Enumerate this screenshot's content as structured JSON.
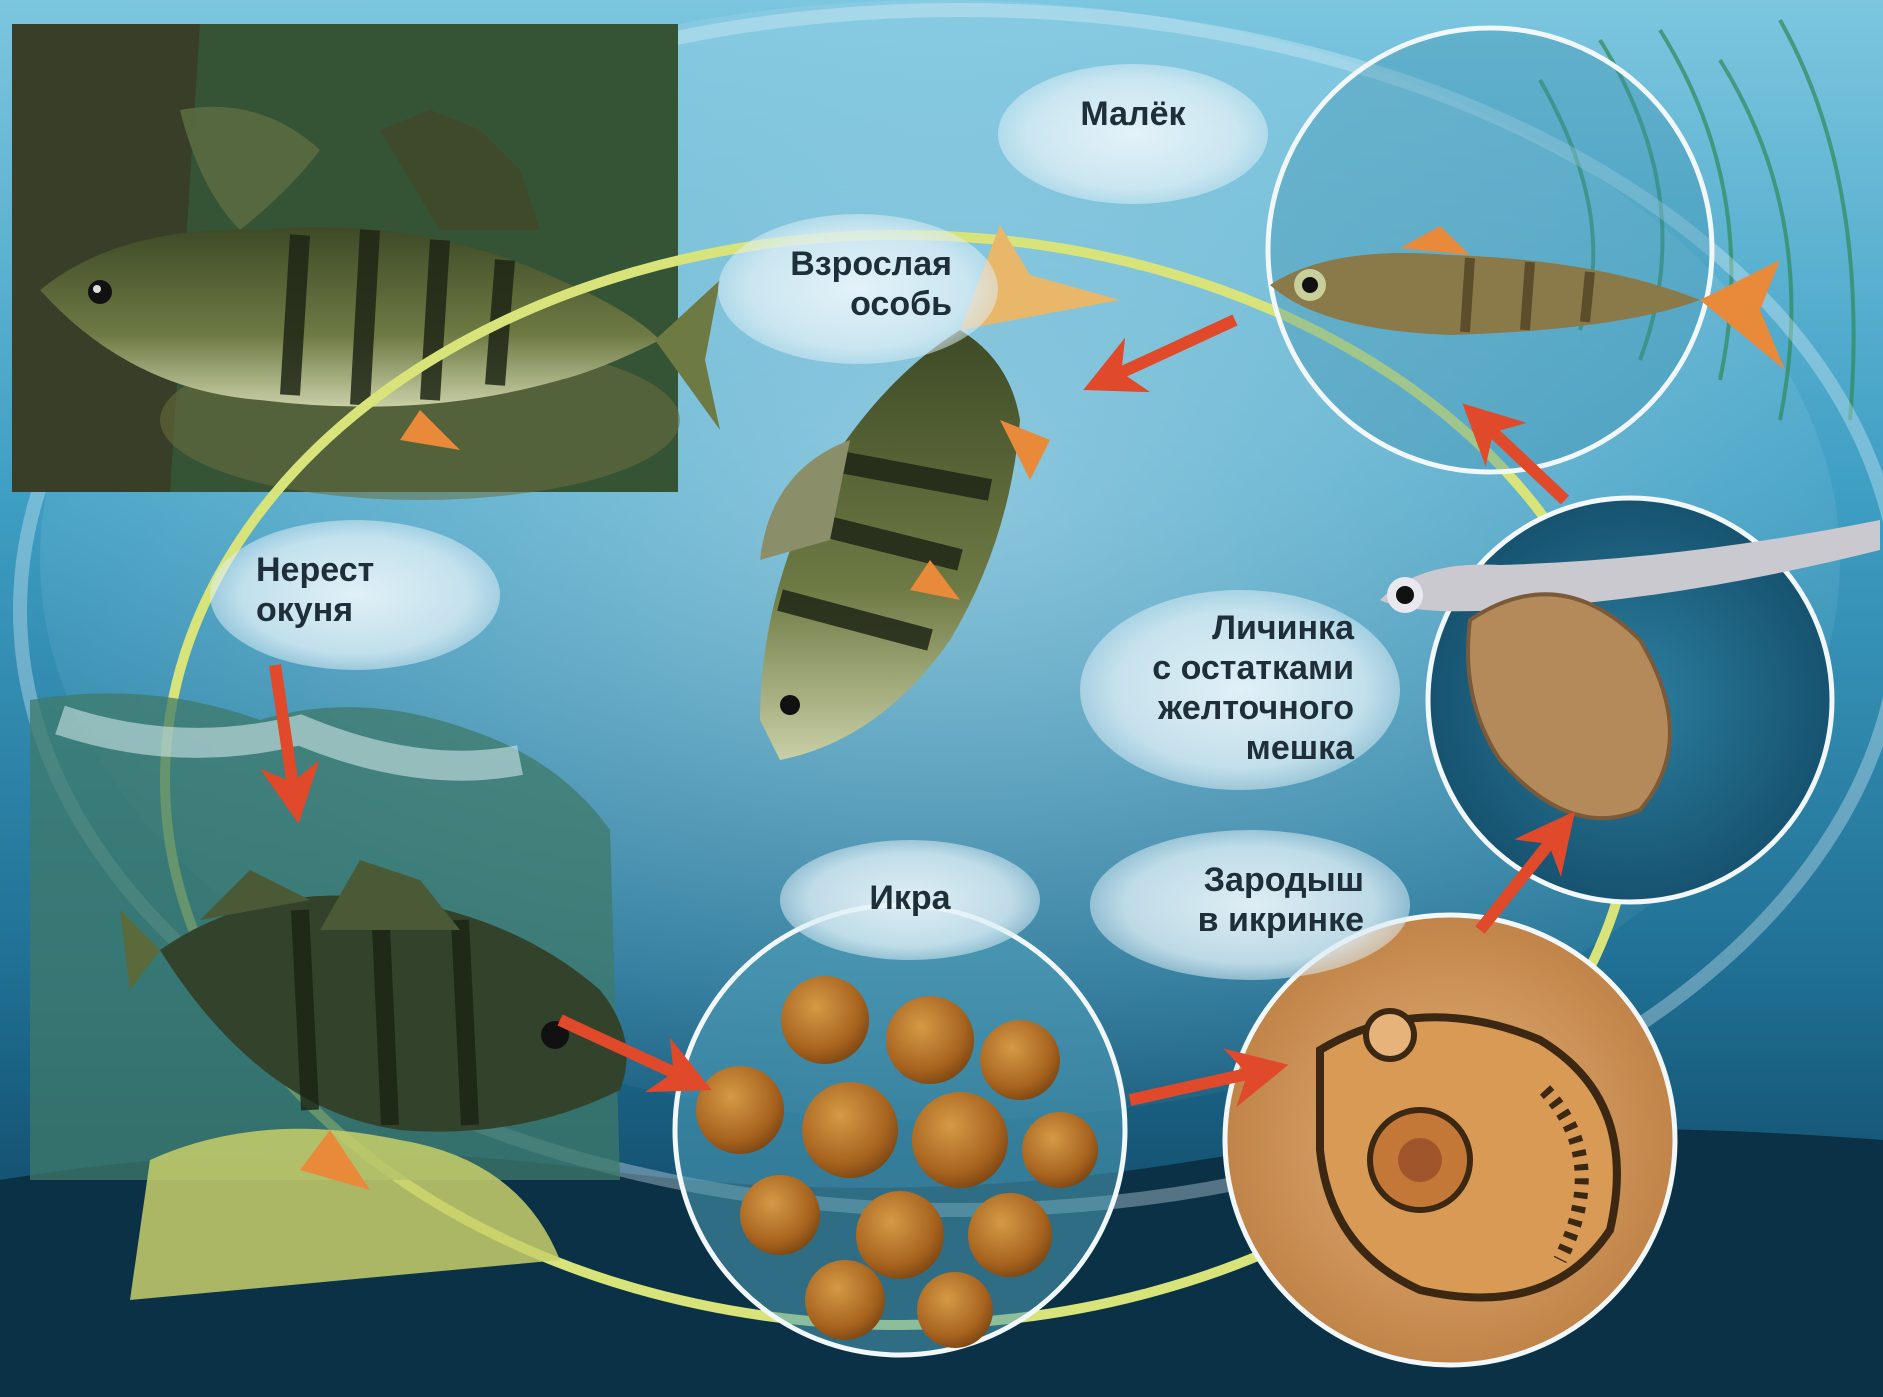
{
  "diagram": {
    "labels": {
      "fry": {
        "lines": [
          "Малёк"
        ]
      },
      "adult": {
        "lines": [
          "Взрослая",
          "особь"
        ]
      },
      "spawning": {
        "lines": [
          "Нерест",
          "окуня"
        ]
      },
      "larva": {
        "lines": [
          "Личинка",
          "с остатками",
          "желточного",
          "мешка"
        ]
      },
      "eggs": {
        "lines": [
          "Икра"
        ]
      },
      "embryo": {
        "lines": [
          "Зародыш",
          "в икринке"
        ]
      }
    },
    "colors": {
      "water_light": "#9fd6e6",
      "water_mid": "#3a93b6",
      "water_dark": "#0c3f5a",
      "ring": "#d8e47a",
      "arrow": "#e0492a",
      "egg": "#b9782c",
      "perch_body": "#4f5a33",
      "perch_stripe": "#1f2616",
      "fin_orange": "#e88a3a"
    },
    "icons": [
      "adult-perch-photo",
      "spawning-perch-image",
      "adult-perch-image",
      "fry-image",
      "larva-image",
      "embryo-image",
      "eggs-image"
    ]
  }
}
